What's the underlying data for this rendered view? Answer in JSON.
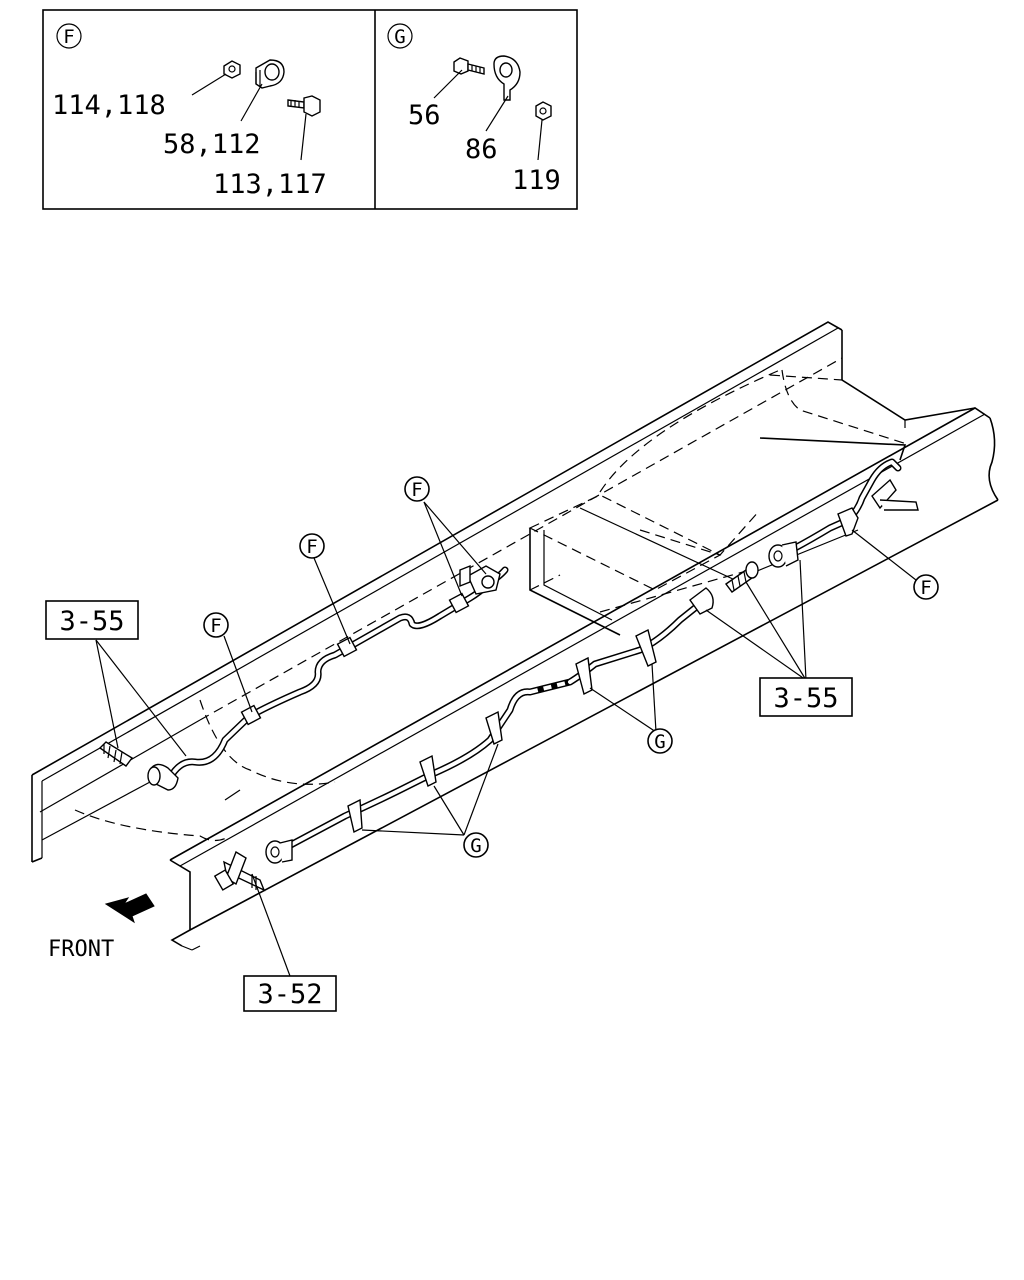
{
  "inset_f": {
    "badge": "F",
    "label_a": "114,118",
    "label_b": "58,112",
    "label_c": "113,117"
  },
  "inset_g": {
    "badge": "G",
    "label_a": "56",
    "label_b": "86",
    "label_c": "119"
  },
  "callouts": {
    "f": "F",
    "g": "G"
  },
  "refs": {
    "ref_355": "3-55",
    "ref_352": "3-52"
  },
  "direction": {
    "front": "FRONT"
  }
}
